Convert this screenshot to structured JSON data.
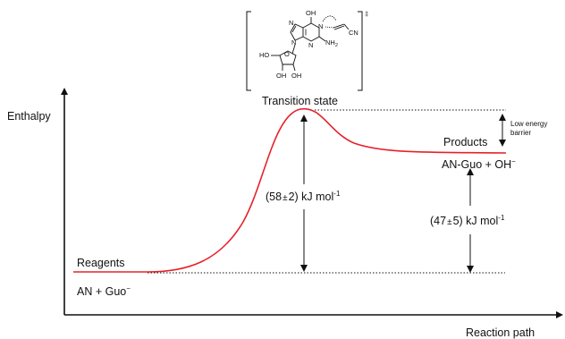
{
  "axes": {
    "y_label": "Enthalpy",
    "x_label": "Reaction path"
  },
  "states": {
    "transition": {
      "label": "Transition state",
      "symbol": "‡"
    },
    "reagents": {
      "label": "Reagents",
      "species": "AN + Guo",
      "species_charge": "−"
    },
    "products": {
      "label": "Products",
      "species": "AN-Guo + OH",
      "species_charge": "−"
    }
  },
  "energies": {
    "activation": {
      "value": "(58",
      "pm": "±",
      "rest": "2) kJ mol",
      "exp": "-1"
    },
    "reaction": {
      "value": "(47",
      "pm": "±",
      "rest": "5) kJ mol",
      "exp": "-1"
    },
    "low_barrier": {
      "line1": "Low energy",
      "line2": "barrier"
    }
  },
  "molecule": {
    "oh_top": "OH",
    "n_ring": "N",
    "n_link": "N",
    "n_top_left": "N",
    "n_bottom": "N",
    "n_bottom_left": "N",
    "nh2": "NH",
    "nh2_sub": "2",
    "cn": "CN",
    "ho_sugar": "HO",
    "o_sugar": "O",
    "oh_sugar1": "OH",
    "oh_sugar2": "OH"
  },
  "colors": {
    "curve": "#e8202a",
    "ink": "#111111"
  }
}
